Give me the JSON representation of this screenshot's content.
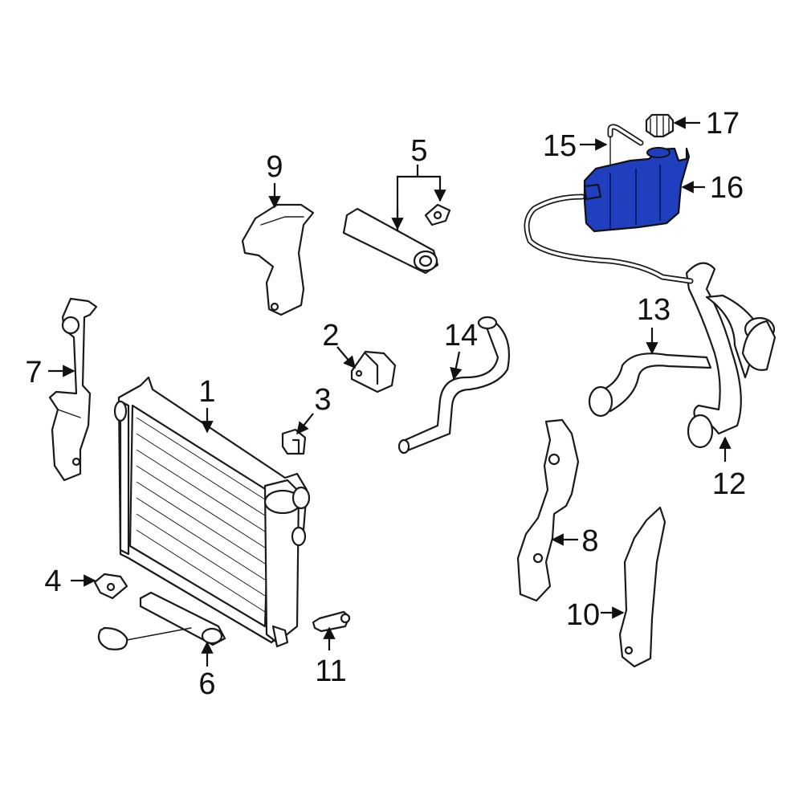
{
  "diagram": {
    "highlight_color": "#1f3fbf",
    "highlighted_part": "16",
    "callouts": {
      "c1": "1",
      "c2": "2",
      "c3": "3",
      "c4": "4",
      "c5": "5",
      "c6": "6",
      "c7": "7",
      "c8": "8",
      "c9": "9",
      "c10": "10",
      "c11": "11",
      "c12": "12",
      "c13": "13",
      "c14": "14",
      "c15": "15",
      "c16": "16",
      "c17": "17"
    }
  }
}
